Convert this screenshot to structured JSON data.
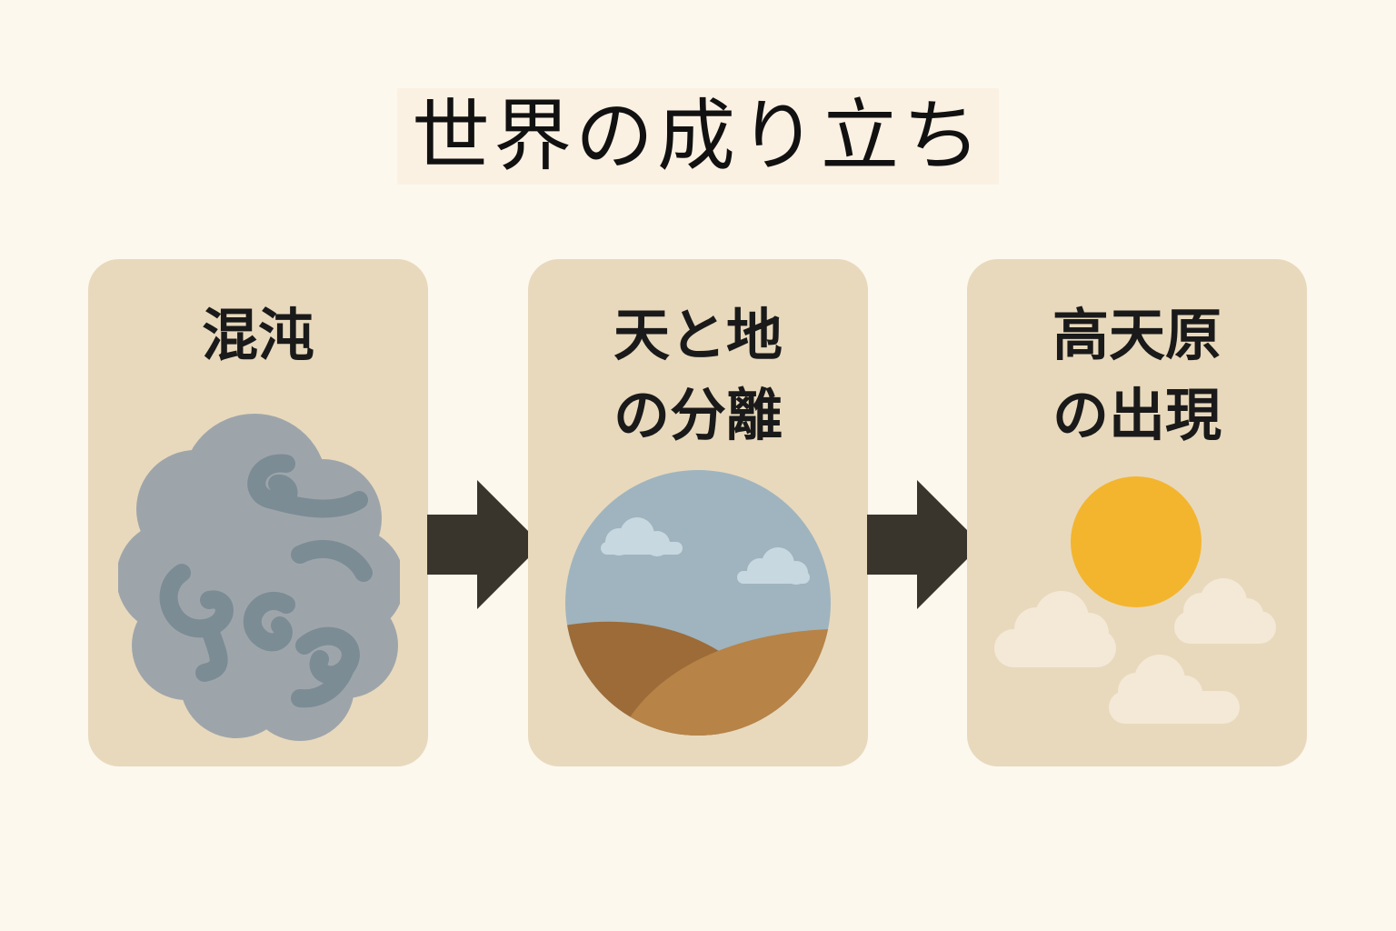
{
  "title": "世界の成り立ち",
  "steps": [
    {
      "label_lines": [
        "混沌"
      ]
    },
    {
      "label_lines": [
        "天と地",
        "の分離"
      ]
    },
    {
      "label_lines": [
        "高天原",
        "の出現"
      ]
    }
  ],
  "icons": [
    "swirl-cloud-icon",
    "sky-and-earth-icon",
    "sun-and-clouds-icon",
    "arrow-right-icon"
  ],
  "colors": {
    "background": "#fcf8ee",
    "card": "#e8d9bd",
    "chaos_cloud": "#9ea5aa",
    "chaos_swirl": "#7b8c95",
    "sky": "#9fb4be",
    "earth_dark": "#9c6b38",
    "earth_light": "#b78346",
    "sun": "#f3b52e",
    "arrow": "#39342c"
  }
}
